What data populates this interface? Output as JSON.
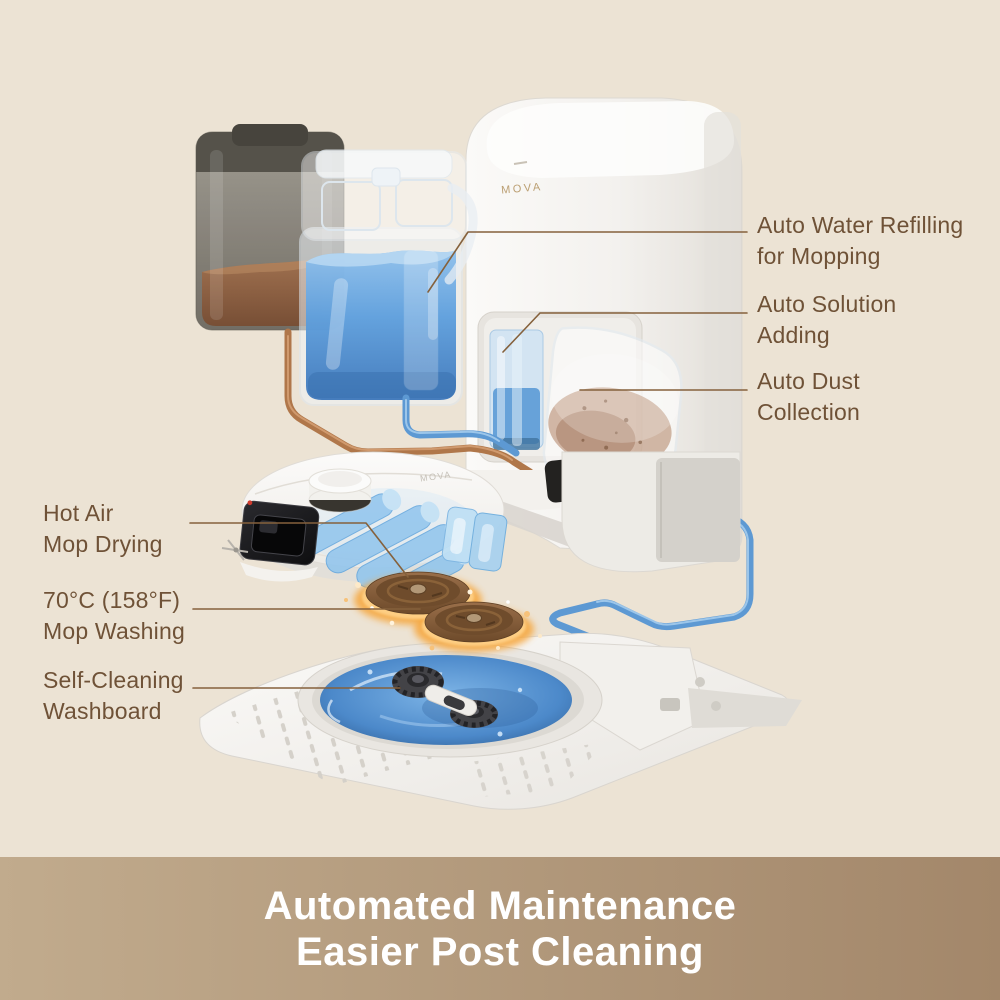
{
  "brand": {
    "name": "MOVA"
  },
  "banner": {
    "line1": "Automated Maintenance",
    "line2": "Easier Post Cleaning"
  },
  "labels": {
    "right": [
      {
        "line1": "Auto Water Refilling",
        "line2": "for Mopping"
      },
      {
        "line1": "Auto Solution",
        "line2": "Adding"
      },
      {
        "line1": "Auto Dust",
        "line2": "Collection"
      }
    ],
    "left": [
      {
        "line1": "Hot Air",
        "line2": "Mop Drying"
      },
      {
        "line1": "70°C (158°F)",
        "line2": "Mop Washing"
      },
      {
        "line1": "Self-Cleaning",
        "line2": "Washboard"
      }
    ]
  },
  "colors": {
    "bg": "#ece3d4",
    "banner_left": "#c1ab8d",
    "banner_right": "#a3876a",
    "banner_text": "#ffffff",
    "label_ink": "#6f5237",
    "leader_line": "#85613c",
    "water_blue": "#5e9fdd",
    "tube_blue": "#5d99d3",
    "tube_brown": "#b0774a",
    "heat_glow": "#f59b2e",
    "mop_pad_brown": "#7c5531",
    "dust_brown": "#a87b5c",
    "dirty_water_brown": "#8a5c3f"
  }
}
